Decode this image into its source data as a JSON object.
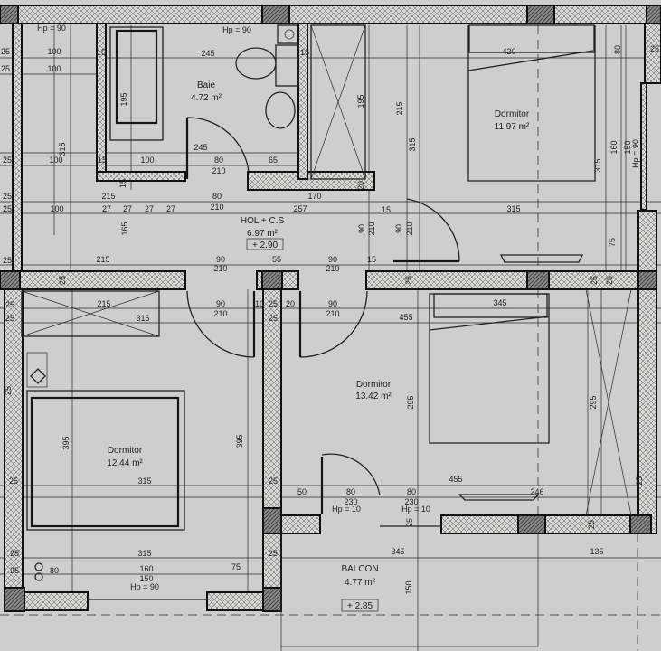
{
  "rooms": [
    {
      "name": "Baie",
      "area": "4.72 m²"
    },
    {
      "name": "HOL + C.S",
      "area": "6.97 m²",
      "level": "+ 2.90"
    },
    {
      "name": "Dormitor",
      "area": "11.97 m²"
    },
    {
      "name": "Dormitor",
      "area": "12.44 m²"
    },
    {
      "name": "Dormitor",
      "area": "13.42 m²"
    },
    {
      "name": "BALCON",
      "area": "4.77 m²",
      "level": "+ 2.85"
    }
  ],
  "dims": [
    "Hp = 90",
    "25",
    "100",
    "100",
    "25",
    "15",
    "245",
    "Hp = 90",
    "15",
    "195",
    "245",
    "15",
    "100",
    "80",
    "210",
    "65",
    "25",
    "100",
    "315",
    "15",
    "25",
    "215",
    "80",
    "170",
    "20",
    "25",
    "100",
    "27",
    "27",
    "27",
    "27",
    "210",
    "257",
    "15",
    "165",
    "90",
    "210",
    "90",
    "210",
    "315",
    "75",
    "25",
    "215",
    "90",
    "210",
    "55",
    "90",
    "210",
    "15",
    "420",
    "80",
    "25",
    "195",
    "215",
    "315",
    "315",
    "160",
    "150",
    "Hp = 90",
    "25",
    "25",
    "25",
    "25",
    "25",
    "215",
    "90",
    "210",
    "10",
    "25",
    "20",
    "90",
    "210",
    "345",
    "25",
    "315",
    "25",
    "455",
    "25",
    "395",
    "395",
    "315",
    "295",
    "295",
    "25",
    "25",
    "455",
    "50",
    "80",
    "230",
    "Hp = 10",
    "80",
    "230",
    "Hp = 10",
    "246",
    "25",
    "25",
    "25",
    "315",
    "345",
    "135",
    "25",
    "25",
    "80",
    "160",
    "150",
    "Hp = 90",
    "75",
    "25",
    "150"
  ],
  "colors": {
    "paper": "#cdcecd",
    "ink": "#151515"
  }
}
